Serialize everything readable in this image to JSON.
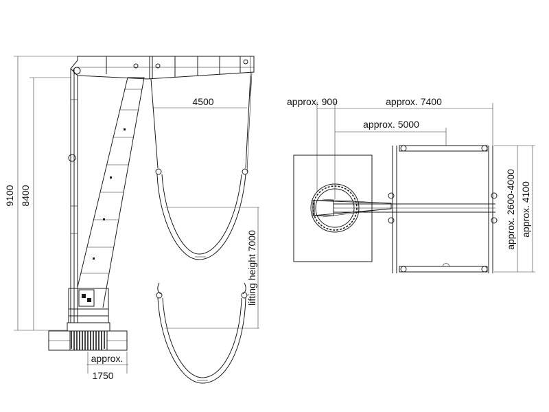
{
  "side_view": {
    "dim_total_height": "9100",
    "dim_boom_height": "8400",
    "dim_outreach": "4500",
    "dim_lifting_height": "lifting height 7000",
    "dim_base_approx": "approx.",
    "dim_base_width": "1750"
  },
  "top_view": {
    "dim_approx_900": "approx. 900",
    "dim_approx_7400": "approx. 7400",
    "dim_approx_5000": "approx. 5000",
    "dim_approx_2600_4000": "approx. 2600-4000",
    "dim_approx_4100": "approx. 4100"
  }
}
